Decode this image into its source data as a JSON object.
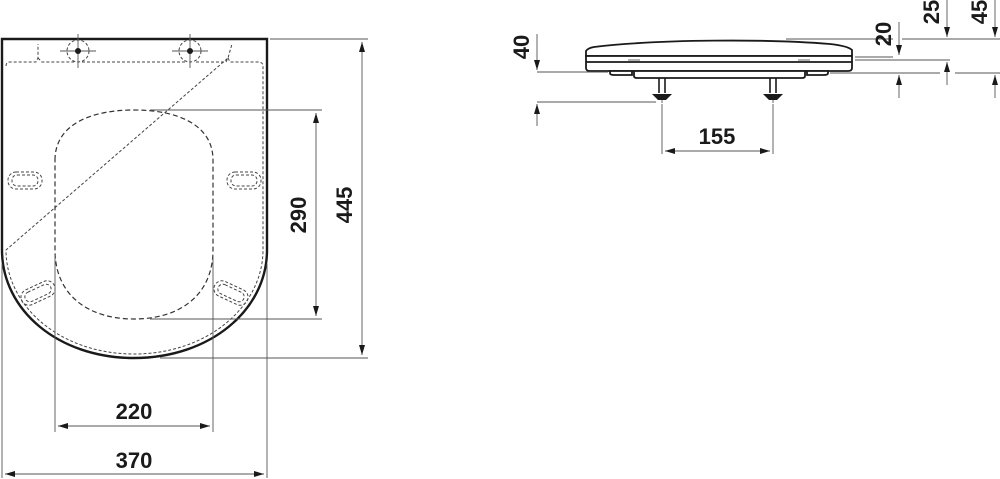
{
  "drawing": {
    "subject": "toilet seat dimensional drawing",
    "units": "mm",
    "line_color": "#1a1a1a",
    "background": "#ffffff"
  },
  "top_view": {
    "dimensions": {
      "overall_width": "370",
      "opening_width": "220",
      "opening_length": "290",
      "overall_length": "445"
    }
  },
  "side_view": {
    "dimensions": {
      "hinge_spacing": "155",
      "fixing_depth": "40",
      "lid_thickness": "20",
      "seat_thickness": "25",
      "total_height": "45"
    }
  }
}
